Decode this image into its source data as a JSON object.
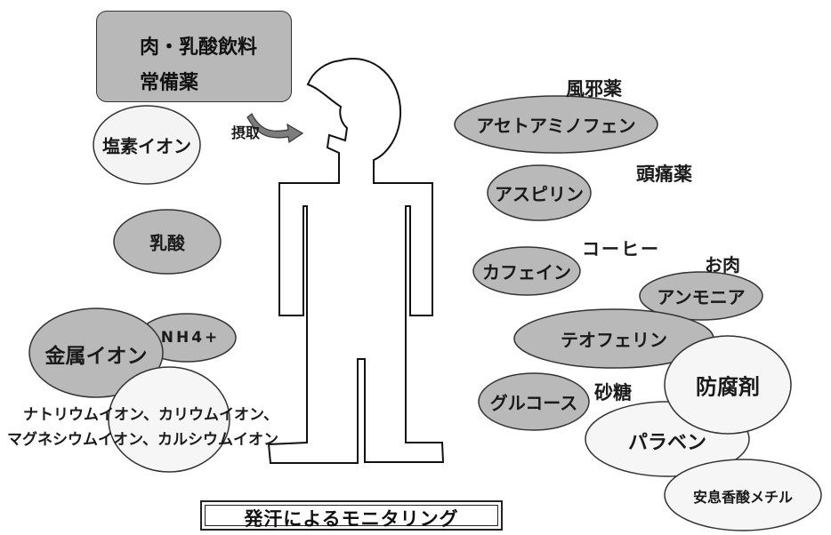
{
  "intake": {
    "line1": "肉・乳酸飲料",
    "line2": "常備薬"
  },
  "intake_label": "摂取",
  "left_ellipses": [
    {
      "id": "chloride-ion",
      "label": "塩素イオン"
    },
    {
      "id": "lactic-acid",
      "label": "乳酸"
    },
    {
      "id": "nh4",
      "label": "NH4+"
    },
    {
      "id": "metal-ion",
      "label": "金属イオン"
    }
  ],
  "metal_ion_examples": {
    "line1": "ナトリウムイオン、カリウムイオン、",
    "line2": "マグネシウムイオン、カルシウムイオン"
  },
  "right_items": [
    {
      "id": "acetaminophen",
      "label": "アセトアミノフェン",
      "source": "風邪薬"
    },
    {
      "id": "aspirin",
      "label": "アスピリン",
      "source": "頭痛薬"
    },
    {
      "id": "caffeine",
      "label": "カフェイン",
      "source": "コーヒー"
    },
    {
      "id": "ammonia",
      "label": "アンモニア",
      "source": "お肉"
    },
    {
      "id": "theophylline",
      "label": "テオフェリン",
      "source": ""
    },
    {
      "id": "glucose",
      "label": "グルコース",
      "source": "砂糖"
    },
    {
      "id": "preservative",
      "label": "防腐剤",
      "source": ""
    },
    {
      "id": "paraben",
      "label": "パラベン",
      "source": ""
    },
    {
      "id": "methyl-benzoate",
      "label": "安息香酸メチル",
      "source": ""
    }
  ],
  "caption": "発汗によるモニタリング",
  "colors": {
    "gray_fill": "#b9b9b9",
    "white_fill": "#f6f6f6",
    "box_fill": "#b8b8b8",
    "stroke": "#222222"
  }
}
